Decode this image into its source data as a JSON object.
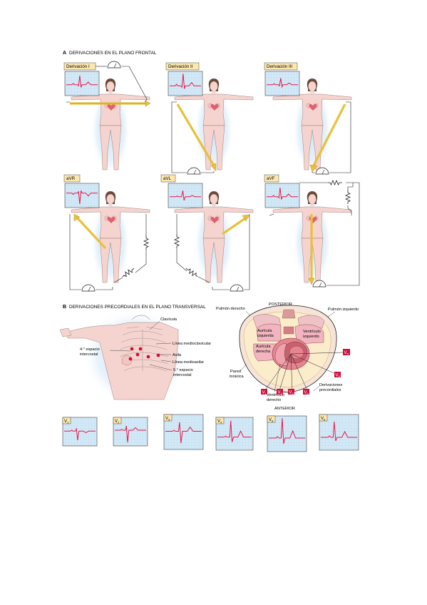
{
  "colors": {
    "trace": "#e5194b",
    "grid_bg": "#d4e9f6",
    "grid_line": "#9fc9e6",
    "label_bg": "#fbe7b0",
    "lead_axis": "#e8c13a",
    "skin": "#f5d4cf",
    "halo": "#c9e3f7",
    "marker": "#d0103a",
    "heart": "#e0606e"
  },
  "section_a": {
    "letter": "A",
    "title": "DERIVACIONES EN EL PLANO FRONTAL"
  },
  "section_b": {
    "letter": "B",
    "title": "DERIVACIONES PRECORDIALES EN EL PLANO TRANSVERSAL"
  },
  "frontal_leads": [
    {
      "label": "Derivación I",
      "waveform": "upright"
    },
    {
      "label": "Derivación II",
      "waveform": "upright-tall"
    },
    {
      "label": "Derivación III",
      "waveform": "upright-small"
    },
    {
      "label": "aVR",
      "waveform": "inverted"
    },
    {
      "label": "aVL",
      "waveform": "small-biphasic"
    },
    {
      "label": "aVF",
      "waveform": "upright"
    }
  ],
  "chest_labels": {
    "clavicula": "Clavícula",
    "linea_medioclavicular": "Línea medioclavicular",
    "axila": "Axila",
    "linea_medioaxilar": "Línea medioaxilar",
    "espacio4_line1": "4.° espacio",
    "espacio4_line2": "intercostal",
    "espacio5_line1": "5.° espacio",
    "espacio5_line2": "intercostal"
  },
  "cross_section_labels": {
    "posterior": "POSTERIOR",
    "anterior": "ANTERIOR",
    "pulmon_derecho": "Pulmón derecho",
    "pulmon_izquierdo": "Pulmón izquierdo",
    "auricula_izq_1": "Aurícula",
    "auricula_izq_2": "izquierda",
    "ventriculo_izq_1": "Ventrículo",
    "ventriculo_izq_2": "izquierdo",
    "auricula_der_1": "Aurícula",
    "auricula_der_2": "derecha",
    "pared_1": "Pared",
    "pared_2": "torácica",
    "ventriculo_der_1": "Ventrículo",
    "ventriculo_der_2": "derecho",
    "derivaciones_1": "Derivaciones",
    "derivaciones_2": "precordiales"
  },
  "precordial_leads": [
    {
      "main": "V",
      "sub": "1"
    },
    {
      "main": "V",
      "sub": "2"
    },
    {
      "main": "V",
      "sub": "3"
    },
    {
      "main": "V",
      "sub": "4"
    },
    {
      "main": "V",
      "sub": "5"
    },
    {
      "main": "V",
      "sub": "6"
    }
  ]
}
